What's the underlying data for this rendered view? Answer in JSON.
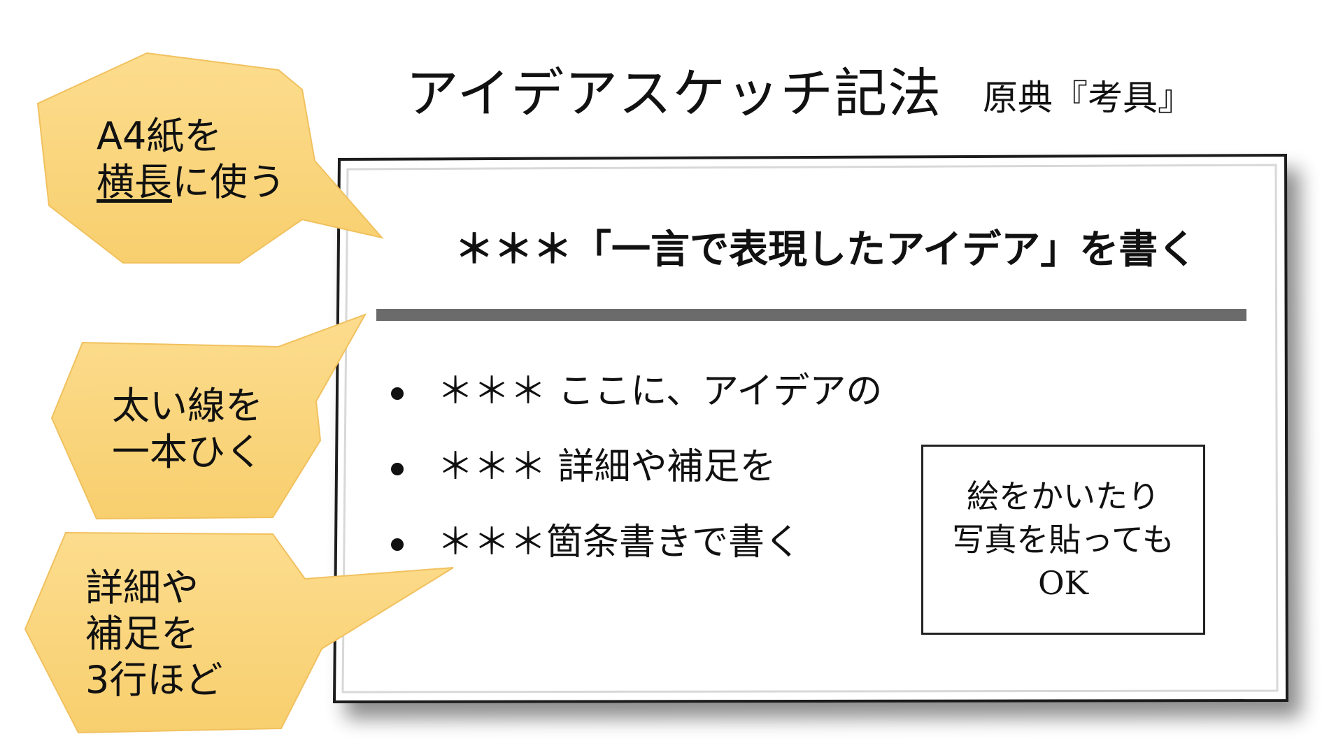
{
  "title": "アイデアスケッチ記法",
  "subtitle": "原典『考具』",
  "sheet": {
    "headline": "＊＊＊「一言で表現したアイデア」を書く",
    "bullets": [
      "＊＊＊ ここに、アイデアの",
      "＊＊＊ 詳細や補足を",
      "＊＊＊箇条書きで書く"
    ],
    "photo_box_lines": [
      "絵をかいたり",
      "写真を貼っても",
      "OK"
    ]
  },
  "callouts": [
    {
      "lines": [
        "A4紙を"
      ],
      "underlined": "横長",
      "rest": "に使う"
    },
    {
      "lines": [
        "太い線を",
        "一本ひく"
      ]
    },
    {
      "lines": [
        "詳細や",
        "補足を",
        "3行ほど"
      ]
    }
  ],
  "colors": {
    "callout_fill": "#fbd782",
    "callout_edge": "#f3c463",
    "rule": "#6b6b6b",
    "sheet_border": "#1a1a1a"
  }
}
